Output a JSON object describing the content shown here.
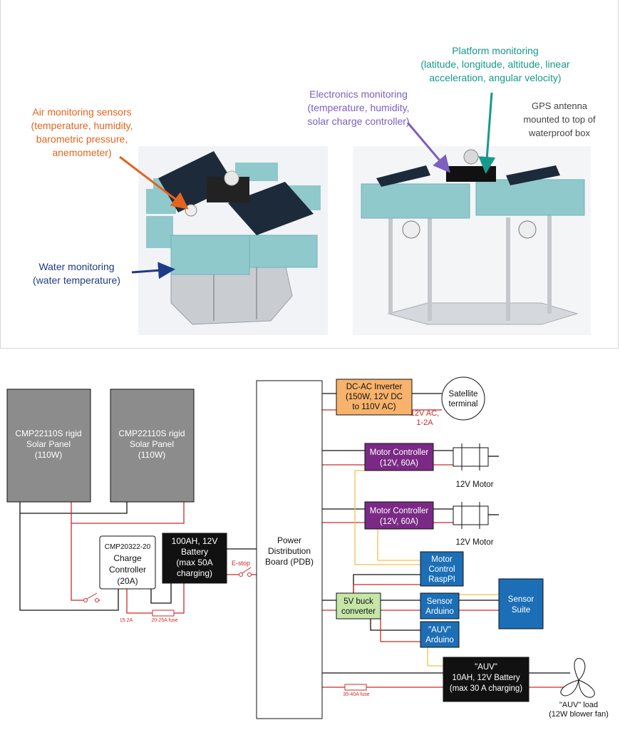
{
  "labels": {
    "air": [
      "Air monitoring sensors",
      "(temperature, humidity,",
      "barometric pressure,",
      "anemometer)"
    ],
    "platform": [
      "Platform monitoring",
      "(latitude, longitude, altitude, linear",
      "acceleration, angular velocity)"
    ],
    "electronics": [
      "Electronics monitoring",
      "(temperature, humidity,",
      "solar charge controller)"
    ],
    "gps": [
      "GPS antenna",
      "mounted to top of",
      "waterproof box"
    ],
    "water": [
      "Water monitoring",
      "(water temperature)"
    ]
  },
  "blocks": {
    "solar1": [
      "CMP22110S rigid",
      "Solar Panel",
      "(110W)"
    ],
    "solar2": [
      "CMP22110S rigid",
      "Solar Panel",
      "(110W)"
    ],
    "charge": [
      "CMP20322-20",
      "Charge",
      "Controller",
      "(20A)"
    ],
    "battery": [
      "100AH, 12V",
      "Battery",
      "(max 50A",
      "charging)"
    ],
    "pdb": [
      "Power",
      "Distribution",
      "Board (PDB)"
    ],
    "inverter": [
      "DC-AC Inverter",
      "(150W, 12V DC",
      "to 110V AC)"
    ],
    "satellite": [
      "Satellite",
      "terminal"
    ],
    "motor_ctrl_1": [
      "Motor Controller",
      "(12V, 60A)"
    ],
    "motor_ctrl_2": [
      "Motor Controller",
      "(12V, 60A)"
    ],
    "raspi": [
      "Motor",
      "Control",
      "RaspPI"
    ],
    "buck": [
      "5V buck",
      "converter"
    ],
    "sensor_arduino": [
      "Sensor",
      "Arduino"
    ],
    "sensor_suite": [
      "Sensor",
      "Suite"
    ],
    "auv_arduino": [
      "\"AUV\"",
      "Arduino"
    ],
    "auv_battery": [
      "\"AUV\"",
      "10AH, 12V Battery",
      "(max 30 A charging)"
    ]
  },
  "annotations": {
    "ac": [
      "12V AC,",
      "1-2A"
    ],
    "motor1": "12V Motor",
    "motor2": "12V Motor",
    "estop": "E-stop",
    "current_15": "15.2A",
    "fuse_1": "20-25A fuse",
    "fuse_2": "35-40A fuse",
    "auv_load": [
      "\"AUV\" load",
      "(12W blower fan)"
    ]
  },
  "colors": {
    "air": "#e3641e",
    "platform": "#17998a",
    "electronics": "#7b5fc1",
    "water": "#1f3a86",
    "solar_panel": "#8c8c8c",
    "inverter": "#f7b26b",
    "motor_controller": "#7a2a85",
    "arduino_blue": "#1c6fb6",
    "buck": "#c6e6a8",
    "wire_red": "#cc2b2b",
    "wire_yellow": "#f2c14e",
    "buoy": "#8fc9cc"
  }
}
